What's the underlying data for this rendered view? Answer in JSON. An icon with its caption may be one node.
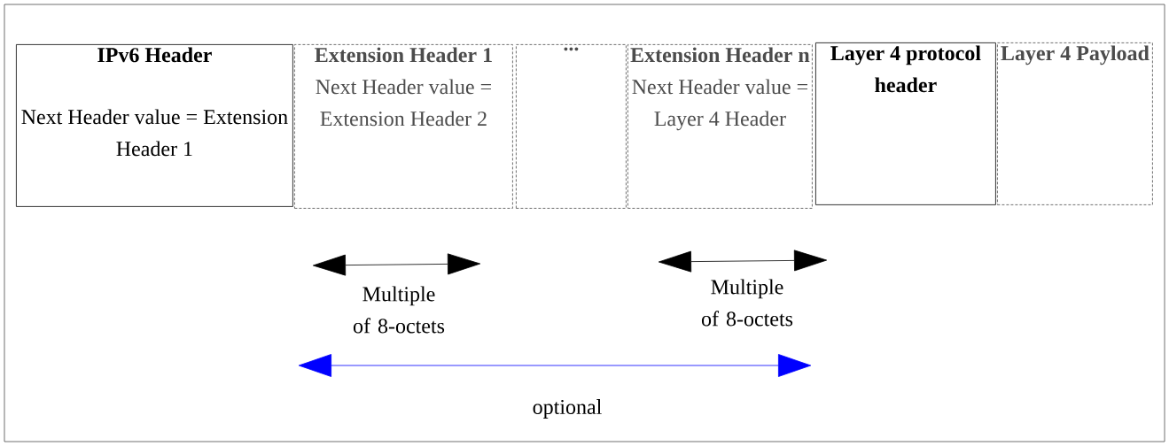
{
  "diagram": {
    "nodes": [
      {
        "text": [
          "IPv6 Header",
          "Next Header value = Extension Header 1"
        ]
      },
      {
        "text": [
          "Extension Header 1",
          "Next Header value = Extension Header 2"
        ]
      },
      {
        "text": [
          "..."
        ]
      },
      {
        "text": [
          "Extension Header n",
          "Next Header value = Layer 4 Header"
        ]
      },
      {
        "text": [
          "Layer 4 protocol header"
        ]
      },
      {
        "text": [
          "Layer 4 Payload"
        ]
      }
    ],
    "edges": [],
    "labels": [
      "Multiple of 8-octets",
      "Multiple of 8-octets",
      "optional"
    ]
  }
}
